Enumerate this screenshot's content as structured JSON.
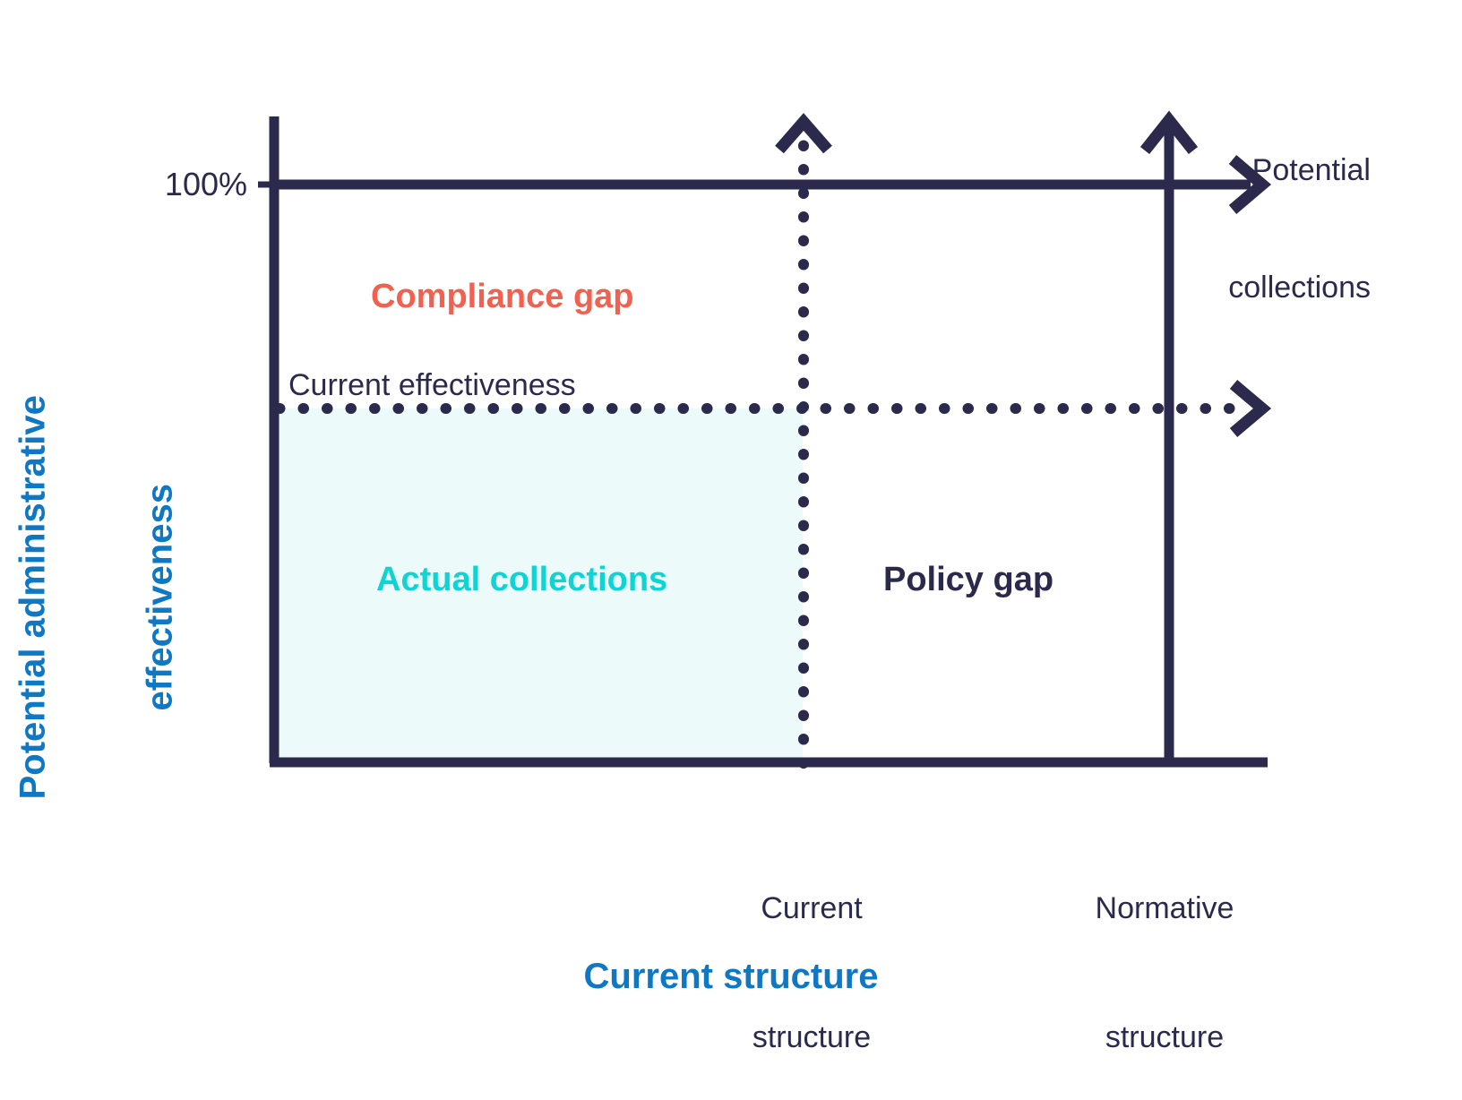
{
  "chart_data": {
    "type": "diagram",
    "title": "",
    "xlabel": "Current structure",
    "ylabel": "Potential administrative effectiveness",
    "y_tick_label": "100%",
    "x_tick_labels": [
      "Current structure",
      "Normative structure"
    ],
    "regions": [
      {
        "name": "Actual collections",
        "color": "#10D3D3",
        "fill": "#EDFAFA",
        "x_range": [
          "origin",
          "current-structure"
        ],
        "y_range": [
          "baseline",
          "current-effectiveness"
        ]
      },
      {
        "name": "Compliance gap",
        "color": "#F2604F",
        "fill": "none",
        "x_range": [
          "origin",
          "current-structure"
        ],
        "y_range": [
          "current-effectiveness",
          "100%"
        ]
      },
      {
        "name": "Policy gap",
        "color": "#2B2A4C",
        "fill": "none",
        "x_range": [
          "current-structure",
          "normative-structure"
        ],
        "y_range": [
          "baseline",
          "100%"
        ]
      }
    ],
    "reference_lines": [
      {
        "name": "Current effectiveness",
        "orientation": "horizontal",
        "style": "dotted",
        "label": "Current effectiveness",
        "arrow": true
      },
      {
        "name": "100% effectiveness",
        "orientation": "horizontal",
        "style": "solid",
        "label": "100%",
        "arrow": true
      },
      {
        "name": "Current structure",
        "orientation": "vertical",
        "style": "dotted",
        "label": "Current structure",
        "arrow": true
      },
      {
        "name": "Normative structure",
        "orientation": "vertical",
        "style": "solid",
        "label": "Normative structure",
        "arrow": true
      }
    ],
    "annotations": [
      "Potential collections"
    ],
    "grid": false,
    "legend": "none"
  },
  "axes": {
    "y_title_line1": "Potential administrative",
    "y_title_line2": "effectiveness",
    "x_title": "Current structure",
    "y_tick_100": "100%"
  },
  "labels": {
    "compliance_gap": "Compliance gap",
    "current_effectiveness": "Current effectiveness",
    "actual_collections": "Actual collections",
    "policy_gap": "Policy gap",
    "potential_collections_line1": "Potential",
    "potential_collections_line2": "collections",
    "current_structure_line1": "Current",
    "current_structure_line2": "structure",
    "normative_structure_line1": "Normative",
    "normative_structure_line2": "structure"
  },
  "colors": {
    "navy": "#2B2A4C",
    "blue": "#0E78C4",
    "coral": "#F2604F",
    "cyan": "#10D3D3",
    "fill_mint": "#EDFAFA",
    "background": "#FFFFFF"
  }
}
